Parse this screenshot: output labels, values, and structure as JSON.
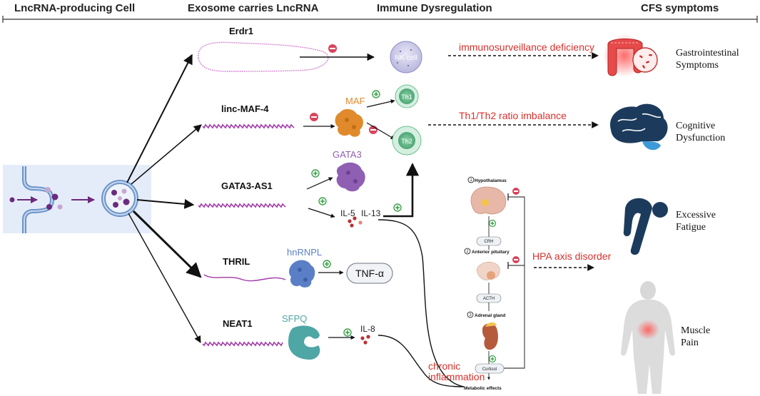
{
  "headers": {
    "col1": "LncRNA-producing Cell",
    "col2": "Exosome carries LncRNA",
    "col3": "Immune Dysregulation",
    "col4": "CFS symptoms"
  },
  "lncrnas": [
    "Erdr1",
    "linc-MAF-4",
    "GATA3-AS1",
    "THRIL",
    "NEAT1"
  ],
  "cells": {
    "nk": "NK cell",
    "th1": "Th1",
    "th2": "Th2"
  },
  "proteins": {
    "maf": "MAF",
    "gata3": "GATA3",
    "hnrnpl": "hnRNPL",
    "sfpq": "SFPQ"
  },
  "cytokines": {
    "il5": "IL-5",
    "il13": "IL-13",
    "tnf": "TNF-α",
    "il8": "IL-8"
  },
  "mechanisms": {
    "immuno": "immunosurveillance deficiency",
    "th_ratio": "Th1/Th2 ratio imbalance",
    "hpa": "HPA axis disorder",
    "inflammation_1": "chronic",
    "inflammation_2": "inflammation"
  },
  "hpa": {
    "hypothalamus": "Hypothalamus",
    "crh": "CRH",
    "pituitary": "Anterior pituitary",
    "acth": "ACTH",
    "adrenal": "Adrenal gland",
    "cortisol": "Cortisol",
    "metabolic": "Metabolic effects",
    "step1": "1",
    "step2": "2",
    "step3": "3"
  },
  "symptoms": {
    "gi_1": "Gastrointestinal",
    "gi_2": "Symptoms",
    "cog_1": "Cognitive",
    "cog_2": "Dysfunction",
    "fat_1": "Excessive",
    "fat_2": "Fatigue",
    "mus_1": "Muscle",
    "mus_2": "Pain"
  },
  "colors": {
    "red_text": "#d6312c",
    "exosome_blue": "#6c95c9",
    "vesicle_purple": "#6a2b7e",
    "rna_pink": "#d58ad2",
    "rna_magenta": "#a23aa8",
    "maf_orange": "#e08a2c",
    "gata3_purple": "#8f5fb3",
    "hnrnpl_blue": "#5b7fc6",
    "sfpq_teal": "#4ea6a5",
    "th_green": "#6bbf8e",
    "brain_navy": "#1c3b5c"
  }
}
